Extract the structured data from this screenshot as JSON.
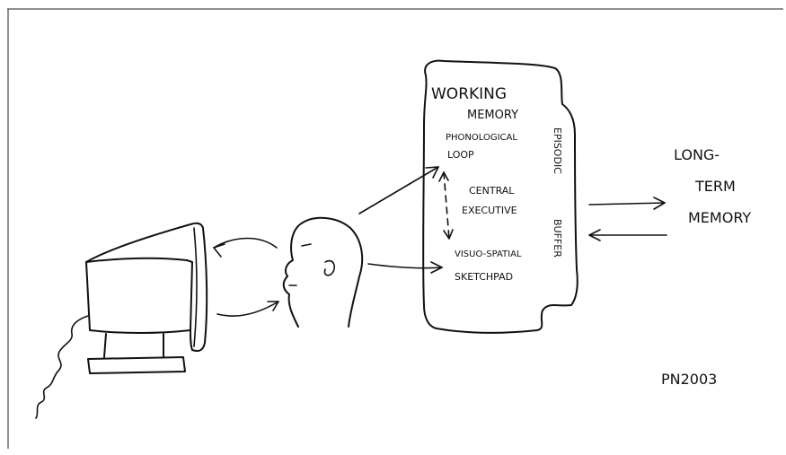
{
  "diagram": {
    "working_memory": {
      "title_line1": "WORKING",
      "title_line2": "MEMORY",
      "phonological_line1": "PHONOLOGICAL",
      "phonological_line2": "LOOP",
      "central_line1": "CENTRAL",
      "central_line2": "EXECUTIVE",
      "visuo_line1": "VISUO-SPATIAL",
      "visuo_line2": "SKETCHPAD",
      "episodic": "EPISODIC",
      "buffer": "BUFFER"
    },
    "long_term_memory": {
      "line1": "LONG-",
      "line2": "TERM",
      "line3": "MEMORY"
    },
    "signature": "PN2003"
  }
}
